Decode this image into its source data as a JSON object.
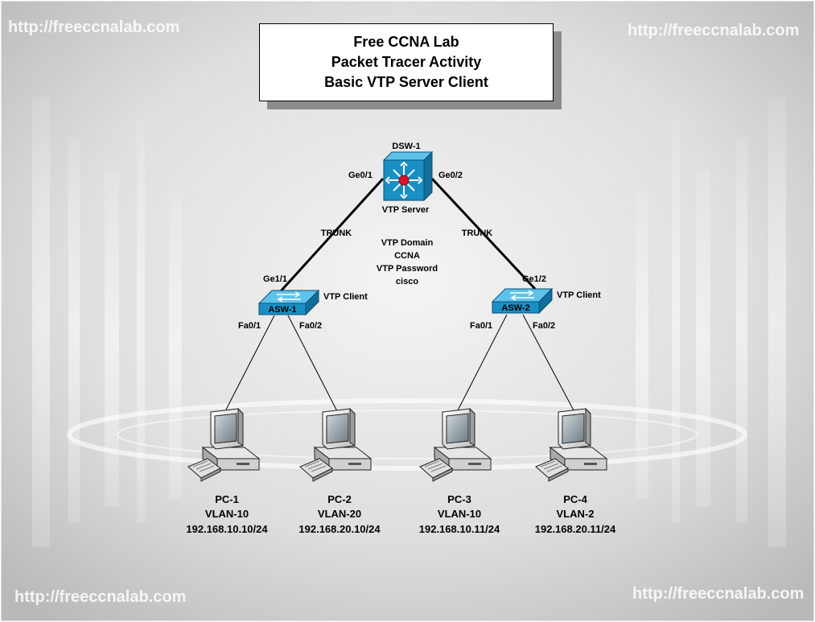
{
  "title": {
    "line1": "Free CCNA Lab",
    "line2": "Packet Tracer Activity",
    "line3": "Basic VTP Server Client"
  },
  "watermark": "http://freeccnalab.com",
  "devices": {
    "dsw1": {
      "name": "DSW-1",
      "role": "VTP Server"
    },
    "asw1": {
      "name": "ASW-1",
      "role": "VTP Client"
    },
    "asw2": {
      "name": "ASW-2",
      "role": "VTP Client"
    }
  },
  "ports": {
    "dsw1_left": "Ge0/1",
    "dsw1_right": "Ge0/2",
    "asw1_up": "Ge1/1",
    "asw2_up": "Ge1/2",
    "asw1_fa1": "Fa0/1",
    "asw1_fa2": "Fa0/2",
    "asw2_fa1": "Fa0/1",
    "asw2_fa2": "Fa0/2"
  },
  "links": {
    "trunk_left": "TRUNK",
    "trunk_right": "TRUNK"
  },
  "vtp_info": {
    "domain_label": "VTP Domain",
    "domain": "CCNA",
    "password_label": "VTP Password",
    "password": "cisco"
  },
  "pcs": [
    {
      "name": "PC-1",
      "vlan": "VLAN-10",
      "ip": "192.168.10.10/24"
    },
    {
      "name": "PC-2",
      "vlan": "VLAN-20",
      "ip": "192.168.20.10/24"
    },
    {
      "name": "PC-3",
      "vlan": "VLAN-10",
      "ip": "192.168.10.11/24"
    },
    {
      "name": "PC-4",
      "vlan": "VLAN-2",
      "ip": "192.168.20.11/24"
    }
  ],
  "colors": {
    "switch_blue": "#1a8fc4",
    "switch_top": "#5ec2ea",
    "router_core": "#d9142b",
    "link": "#000000"
  }
}
